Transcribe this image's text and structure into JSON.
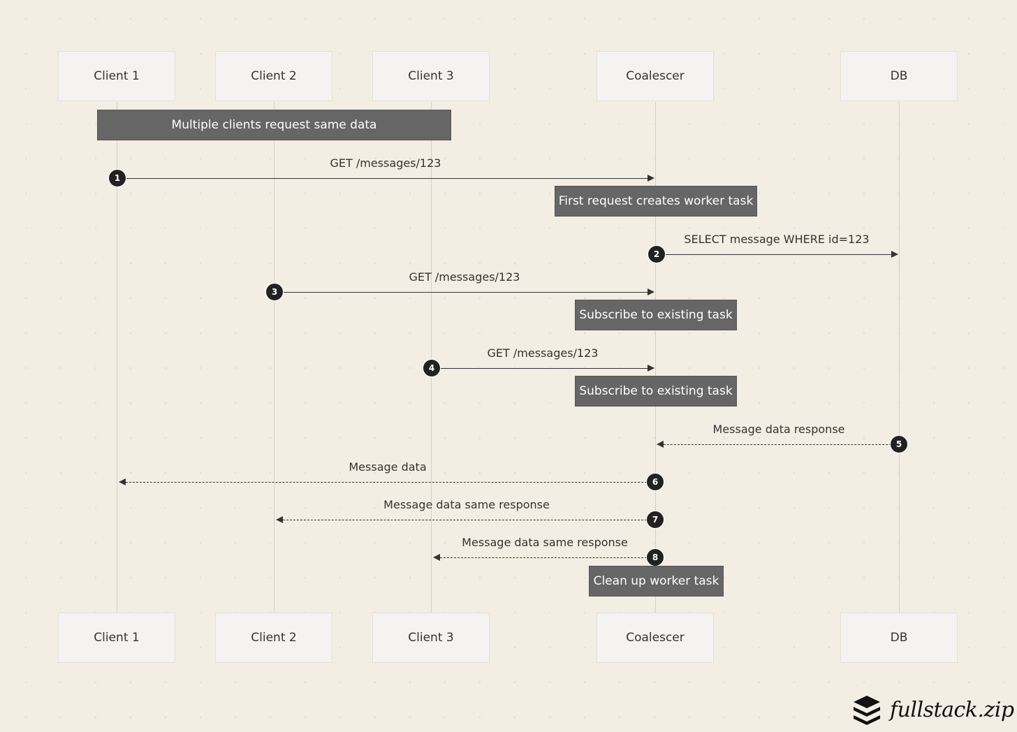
{
  "actors": [
    "Client 1",
    "Client 2",
    "Client 3",
    "Coalescer",
    "DB"
  ],
  "notes": {
    "multiple_clients": "Multiple clients request same data",
    "first_request": "First request creates worker task",
    "subscribe_1": "Subscribe to existing task",
    "subscribe_2": "Subscribe to existing task",
    "cleanup": "Clean up worker task"
  },
  "messages": [
    {
      "n": "1",
      "label": "GET /messages/123"
    },
    {
      "n": "2",
      "label": "SELECT message WHERE id=123"
    },
    {
      "n": "3",
      "label": "GET /messages/123"
    },
    {
      "n": "4",
      "label": "GET /messages/123"
    },
    {
      "n": "5",
      "label": "Message data response"
    },
    {
      "n": "6",
      "label": "Message data"
    },
    {
      "n": "7",
      "label": "Message data same response"
    },
    {
      "n": "8",
      "label": "Message data same response"
    }
  ],
  "brand": {
    "logo_text": "fullstack.zip",
    "icon": "stacked-layers-icon"
  }
}
